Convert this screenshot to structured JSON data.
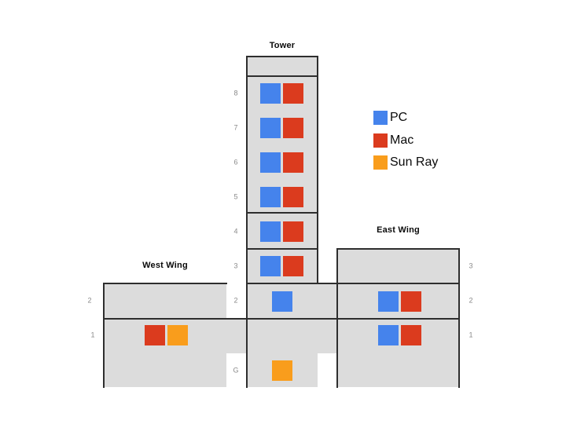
{
  "buildings": {
    "tower": {
      "title": "Tower"
    },
    "west": {
      "title": "West Wing"
    },
    "east": {
      "title": "East Wing"
    }
  },
  "legend": {
    "items": [
      {
        "id": "pc",
        "label": "PC",
        "color": "#4583ec"
      },
      {
        "id": "mac",
        "label": "Mac",
        "color": "#db3b1e"
      },
      {
        "id": "sunray",
        "label": "Sun Ray",
        "color": "#f99d1c"
      }
    ]
  },
  "floor_labels": [
    {
      "building": "tower",
      "text": "8"
    },
    {
      "building": "tower",
      "text": "7"
    },
    {
      "building": "tower",
      "text": "6"
    },
    {
      "building": "tower",
      "text": "5"
    },
    {
      "building": "tower",
      "text": "4"
    },
    {
      "building": "tower",
      "text": "3"
    },
    {
      "building": "tower",
      "text": "2"
    },
    {
      "building": "tower",
      "text": "G"
    },
    {
      "building": "west",
      "text": "2"
    },
    {
      "building": "west",
      "text": "1"
    },
    {
      "building": "east",
      "text": "3"
    },
    {
      "building": "east",
      "text": "2"
    },
    {
      "building": "east",
      "text": "1"
    }
  ],
  "machine_rows": [
    {
      "building": "tower",
      "floor": "8",
      "machines": [
        "pc",
        "mac"
      ]
    },
    {
      "building": "tower",
      "floor": "7",
      "machines": [
        "pc",
        "mac"
      ]
    },
    {
      "building": "tower",
      "floor": "6",
      "machines": [
        "pc",
        "mac"
      ]
    },
    {
      "building": "tower",
      "floor": "5",
      "machines": [
        "pc",
        "mac"
      ]
    },
    {
      "building": "tower",
      "floor": "4",
      "machines": [
        "pc",
        "mac"
      ]
    },
    {
      "building": "tower",
      "floor": "3",
      "machines": [
        "pc",
        "mac"
      ]
    },
    {
      "building": "tower",
      "floor": "2",
      "machines": [
        "pc"
      ]
    },
    {
      "building": "tower",
      "floor": "G",
      "machines": [
        "sunray"
      ]
    },
    {
      "building": "west",
      "floor": "1",
      "machines": [
        "mac",
        "sunray"
      ]
    },
    {
      "building": "east",
      "floor": "2",
      "machines": [
        "pc",
        "mac"
      ]
    },
    {
      "building": "east",
      "floor": "1",
      "machines": [
        "pc",
        "mac"
      ]
    }
  ],
  "colors": {
    "building_fill": "#dcdcdc",
    "outline": "#2e2e2e",
    "floor_label": "#8a8a8a"
  }
}
